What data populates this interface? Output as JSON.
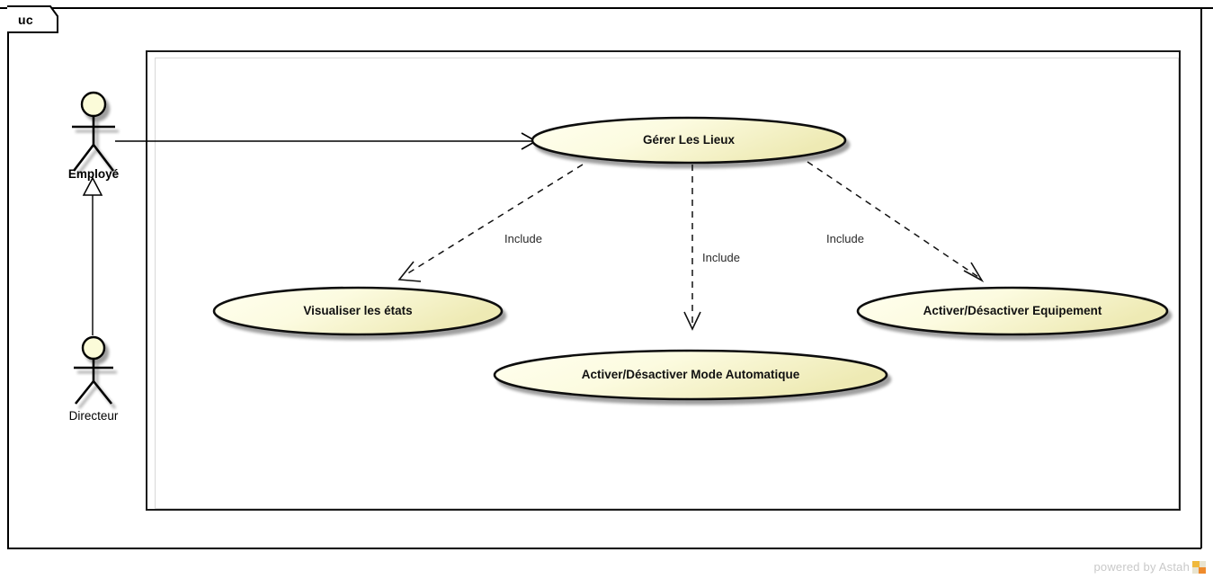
{
  "diagram": {
    "kind_tag": "uc",
    "type": "uml-use-case-diagram",
    "colors": {
      "usecase_fill_light": "#fdfde8",
      "usecase_fill_dark": "#f2f0bd",
      "usecase_stroke": "#111111",
      "actor_head_fill": "#fbfbd9",
      "actor_stroke": "#000000",
      "frame_stroke": "#1a1a1a",
      "frame_inner_stroke": "#d8d8d8",
      "shadow": "#c9c9c9",
      "label_text": "#2a2a2a",
      "watermark_text": "#c9c9c9",
      "watermark_logo": "#f0a830"
    },
    "actors": [
      {
        "id": "employe",
        "label": "Employé",
        "bold": true
      },
      {
        "id": "directeur",
        "label": "Directeur",
        "bold": false
      }
    ],
    "use_cases": [
      {
        "id": "gerer-les-lieux",
        "label": "Gérer Les Lieux"
      },
      {
        "id": "visualiser-les-etats",
        "label": "Visualiser les états"
      },
      {
        "id": "activer-desactiver-mode-automatique",
        "label": "Activer/Désactiver Mode Automatique"
      },
      {
        "id": "activer-desactiver-equipement",
        "label": "Activer/Désactiver Equipement"
      }
    ],
    "relationships": [
      {
        "id": "assoc-employe-gerer",
        "kind": "association",
        "from": "employe",
        "to": "gerer-les-lieux",
        "label": ""
      },
      {
        "id": "gen-directeur-employe",
        "kind": "generalization",
        "from": "directeur",
        "to": "employe",
        "label": ""
      },
      {
        "id": "include-visualiser",
        "kind": "include",
        "from": "gerer-les-lieux",
        "to": "visualiser-les-etats",
        "label": "Include"
      },
      {
        "id": "include-mode-auto",
        "kind": "include",
        "from": "gerer-les-lieux",
        "to": "activer-desactiver-mode-automatique",
        "label": "Include"
      },
      {
        "id": "include-equipement",
        "kind": "include",
        "from": "gerer-les-lieux",
        "to": "activer-desactiver-equipement",
        "label": "Include"
      }
    ]
  },
  "watermark": {
    "text": "powered by Astah",
    "logo_icon": "astah-logo-icon"
  }
}
